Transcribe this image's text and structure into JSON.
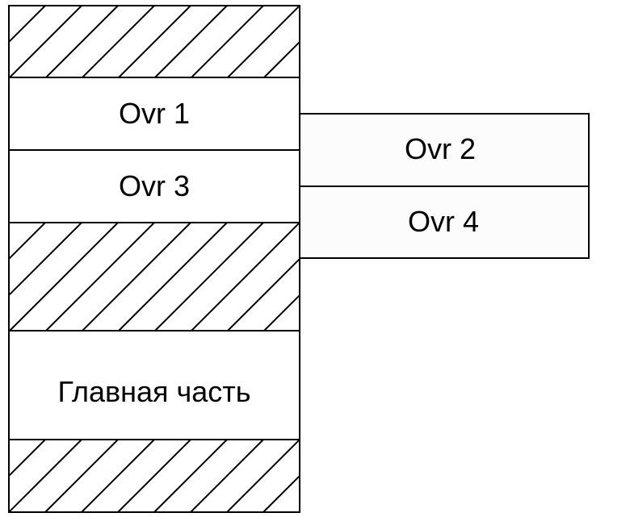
{
  "diagram": {
    "title": "Overlay memory layout",
    "segments": {
      "ovr1": "Ovr 1",
      "ovr2": "Ovr 2",
      "ovr3": "Ovr 3",
      "ovr4": "Ovr 4",
      "main": "Главная часть"
    },
    "colors": {
      "stroke": "#000000",
      "fill": "#ffffff",
      "side_fill": "#fcfcfc"
    }
  }
}
